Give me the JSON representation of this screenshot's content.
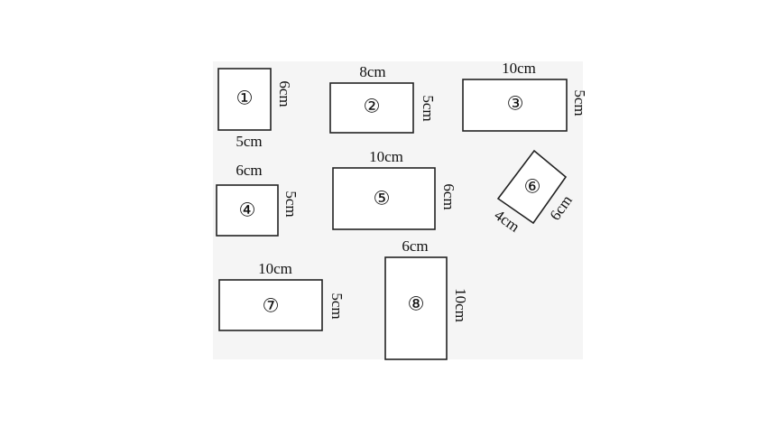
{
  "shapes": [
    {
      "label": "①",
      "dims": [
        "6cm",
        "5cm"
      ]
    },
    {
      "label": "②",
      "dims": [
        "8cm",
        "5cm"
      ]
    },
    {
      "label": "③",
      "dims": [
        "10cm",
        "5cm"
      ]
    },
    {
      "label": "④",
      "dims": [
        "6cm",
        "5cm"
      ]
    },
    {
      "label": "⑤",
      "dims": [
        "10cm",
        "6cm"
      ]
    },
    {
      "label": "⑥",
      "dims": [
        "4cm",
        "6cm"
      ]
    },
    {
      "label": "⑦",
      "dims": [
        "10cm",
        "5cm"
      ]
    },
    {
      "label": "⑧",
      "dims": [
        "6cm",
        "10cm"
      ]
    }
  ]
}
